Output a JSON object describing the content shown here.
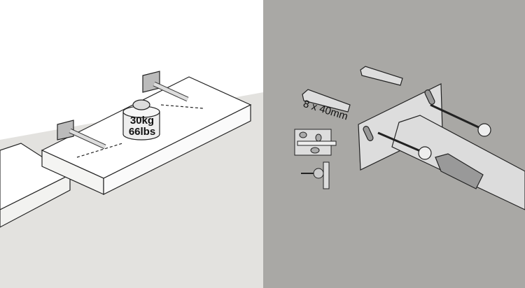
{
  "weight_label": {
    "kg": "30kg",
    "lbs": "66lbs"
  },
  "anchor_size": "8 x 40mm",
  "colors": {
    "wall_left": "#ffffff",
    "floor_left": "#e3e2df",
    "wall_right": "#a9a8a5",
    "line": "#222222"
  }
}
